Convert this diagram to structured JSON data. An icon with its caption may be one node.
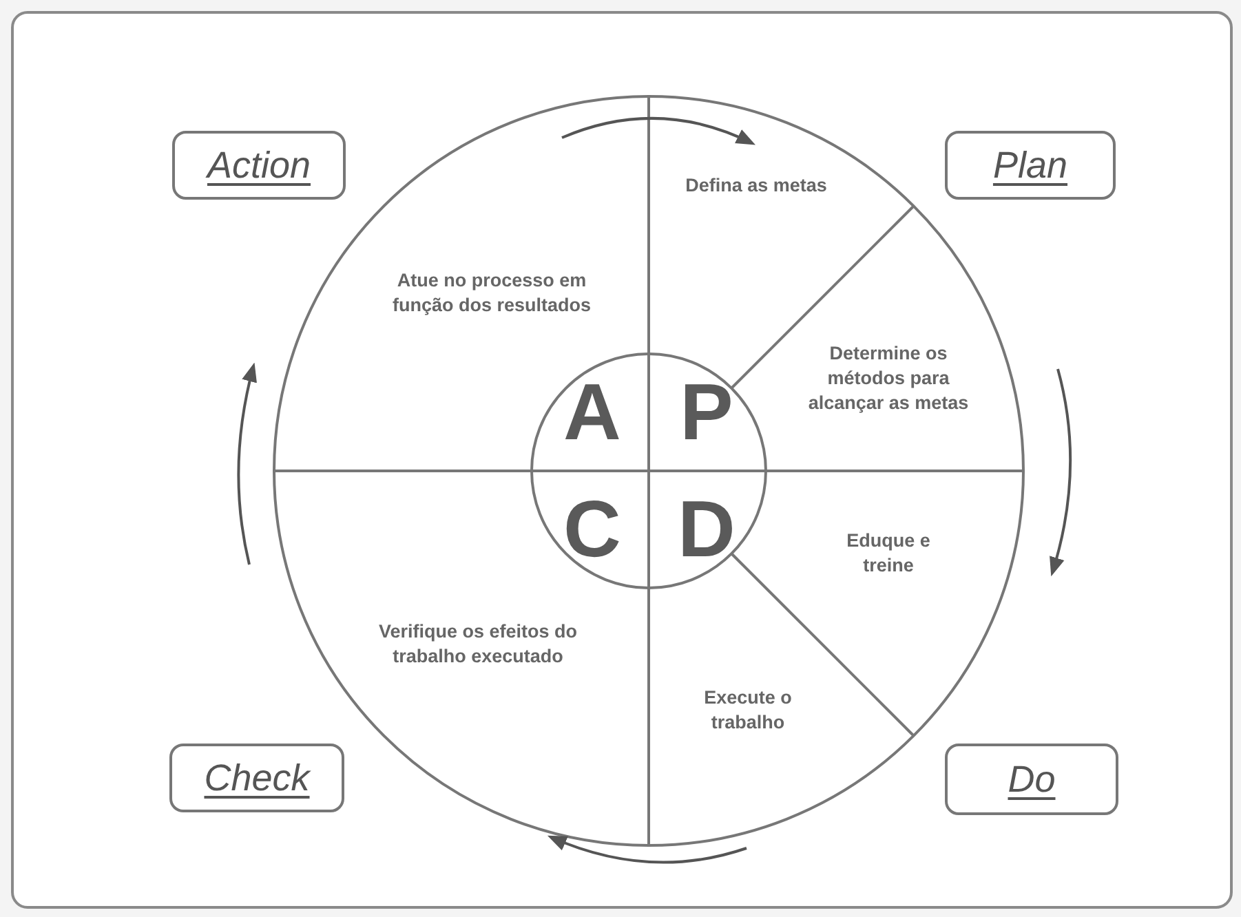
{
  "diagram": {
    "nodes": [
      {
        "text": [
          "Action"
        ]
      },
      {
        "text": [
          "Plan"
        ]
      },
      {
        "text": [
          "Check"
        ]
      },
      {
        "text": [
          "Do"
        ]
      }
    ],
    "labels": [
      "Defina as metas",
      "Atue no processo em função dos resultados",
      "Determine os métodos para alcançar as metas",
      "A",
      "P",
      "C",
      "D",
      "Eduque e treine",
      "Verifique os efeitos do trabalho executado",
      "Execute o trabalho"
    ]
  }
}
